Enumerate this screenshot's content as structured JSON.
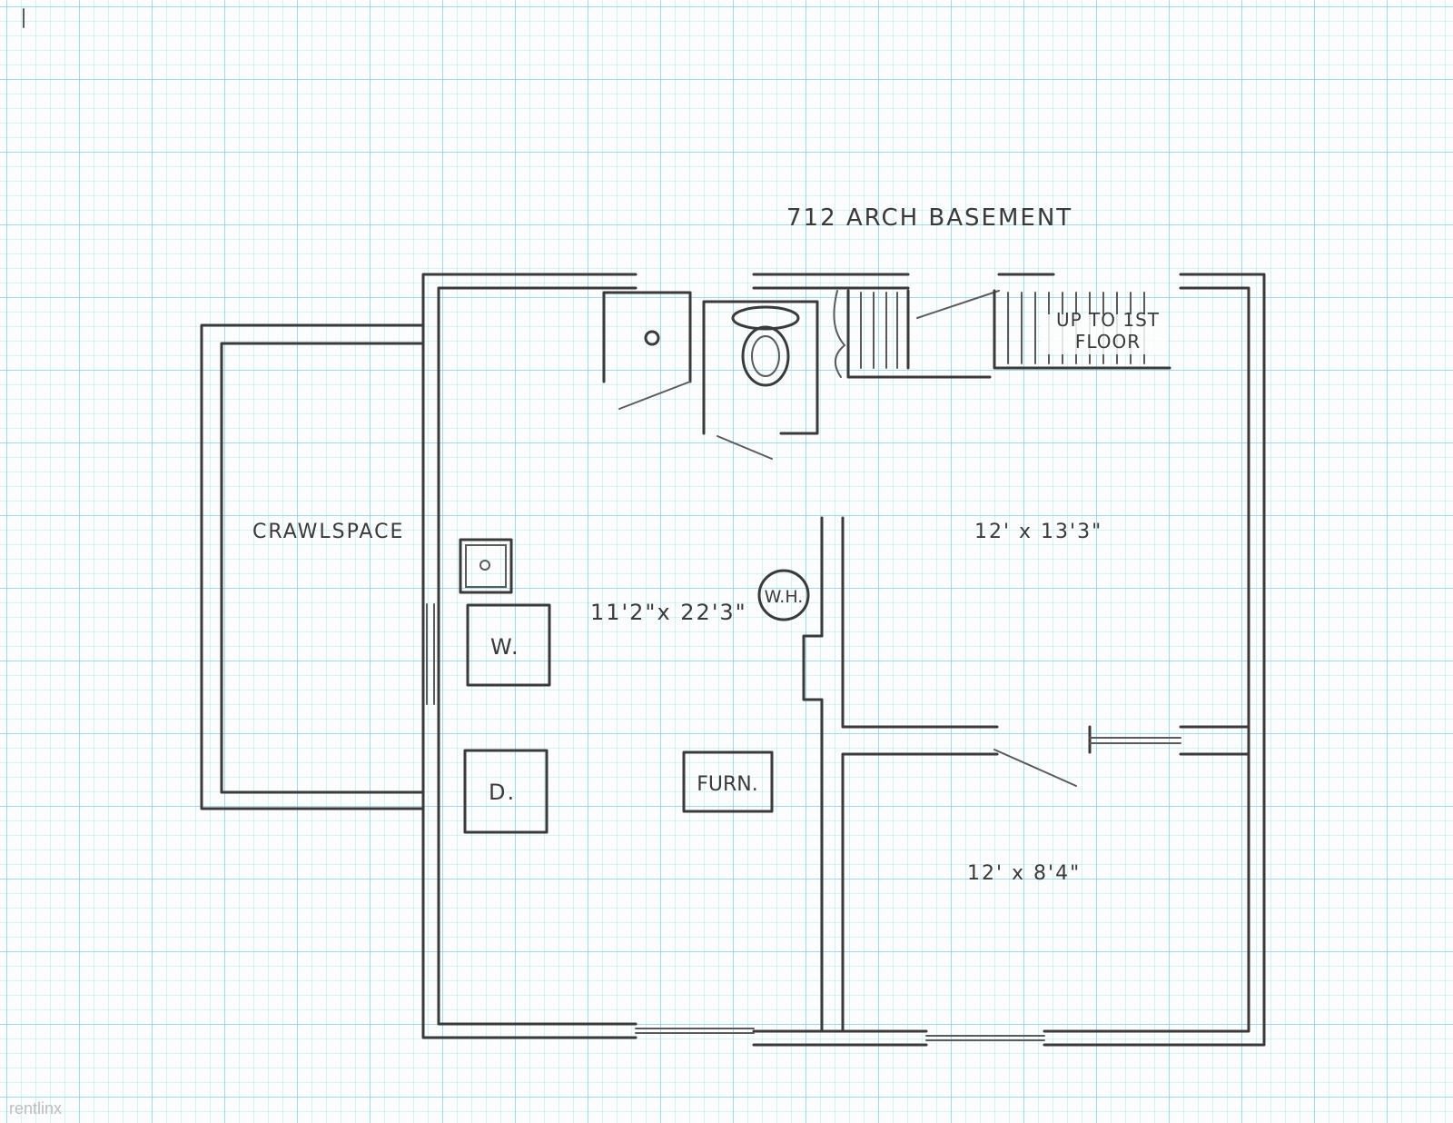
{
  "title": "712 ARCH BASEMENT",
  "rooms": {
    "crawlspace": "CRAWLSPACE",
    "main_room": "11'2\"x 22'3\"",
    "bedroom_upper": "12' x 13'3\"",
    "bedroom_lower": "12' x 8'4\""
  },
  "fixtures": {
    "stairs": "UP TO 1ST FLOOR",
    "washer": "W.",
    "dryer": "D.",
    "water_heater": "W.H.",
    "furnace": "FURN."
  },
  "watermark": "rentlinx"
}
